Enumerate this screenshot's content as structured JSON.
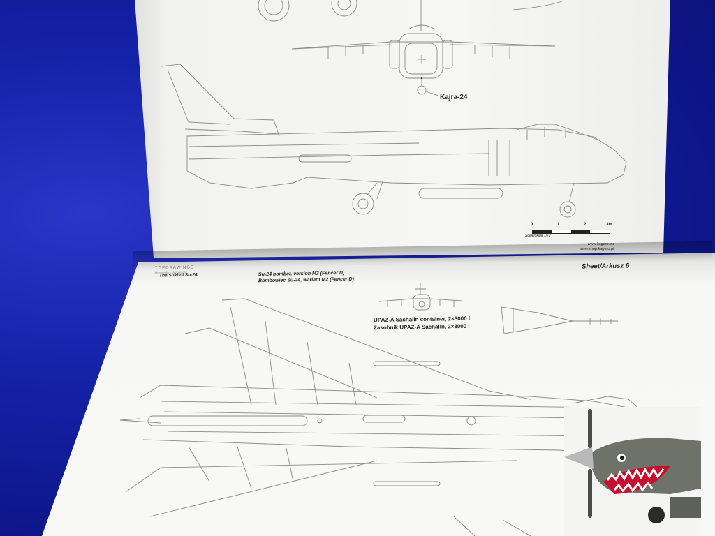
{
  "top_page": {
    "callout_label": "Kajra-24",
    "scale": {
      "marks": [
        "0",
        "1",
        "2",
        "3m"
      ],
      "note": "Scale/skala 1/72"
    },
    "urls": [
      "www.kagero.eu",
      "www.shop.kagero.pl"
    ]
  },
  "bottom_page": {
    "publisher_logo": "TOPDRAWINGS",
    "publisher_sub": "Monografie • Monographs",
    "book_title": "The Sukhoi Su-24",
    "sheet_label": "Sheet/Arkusz 6",
    "heading_en": "Su-24 bomber, version M2 (Fencer D)",
    "heading_pl": "Bombowiec Su-24, wariant M2 (Fencer D)",
    "container_en": "UPAZ-A Sachalin container, 2×3000 l",
    "container_pl": "Zasobnik UPAZ-A Sachalin, 2×3000 l"
  },
  "colors": {
    "cloth": "#1422a8",
    "paper": "#f6f6f4",
    "line_art": "#8a8a8a",
    "model_camouflage": "#6f7268",
    "shark_mouth": "#c8102e"
  }
}
